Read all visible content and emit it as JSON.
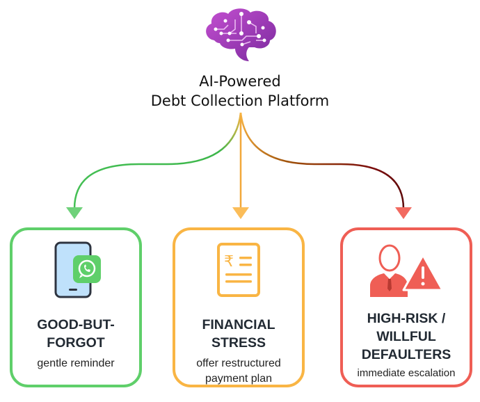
{
  "header": {
    "logo_icon": "brain-circuit-icon",
    "title_line1": "AI-Powered",
    "title_line2": "Debt Collection Platform"
  },
  "colors": {
    "green": "#5fcf6a",
    "orange": "#f9b544",
    "red": "#ef5e55",
    "dark_red": "#7a0c0c",
    "brain_purple": "#a63bb8"
  },
  "segments": [
    {
      "icon": "whatsapp-phone-icon",
      "title_line1": "GOOD-BUT-",
      "title_line2": "FORGOT",
      "subtitle_line1": "gentle reminder"
    },
    {
      "icon": "rupee-document-icon",
      "title_line1": "FINANCIAL",
      "title_line2": "STRESS",
      "subtitle_line1": "offer restructured",
      "subtitle_line2": "payment plan"
    },
    {
      "icon": "defaulter-warning-icon",
      "title_line1": "HIGH-RISK /",
      "title_line2": "WILLFUL",
      "title_line3": "DEFAULTERS",
      "subtitle_line1": "immediate escalation"
    }
  ]
}
